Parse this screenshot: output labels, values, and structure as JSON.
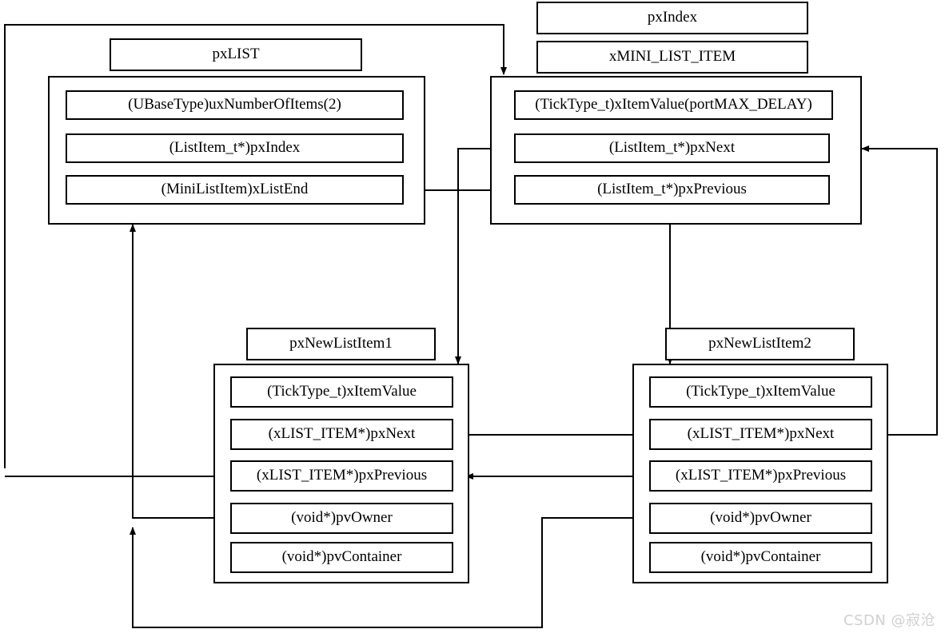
{
  "diagram": {
    "title": "FreeRTOS list structure diagram",
    "stroke_color": "#000000",
    "background_color": "#ffffff",
    "watermark": "CSDN @寂沧",
    "nodes": {
      "pxlist": {
        "label": "pxLIST",
        "fields": [
          "(UBaseType)uxNumberOfItems(2)",
          "(ListItem_t*)pxIndex",
          "(MiniListItem)xListEnd"
        ]
      },
      "mini": {
        "label_top": "pxIndex",
        "label_bottom": "xMINI_LIST_ITEM",
        "fields": [
          "(TickType_t)xItemValue(portMAX_DELAY)",
          "(ListItem_t*)pxNext",
          "(ListItem_t*)pxPrevious"
        ]
      },
      "item1": {
        "label": "pxNewListItem1",
        "fields": [
          "(TickType_t)xItemValue",
          "(xLIST_ITEM*)pxNext",
          "(xLIST_ITEM*)pxPrevious",
          "(void*)pvOwner",
          "(void*)pvContainer"
        ]
      },
      "item2": {
        "label": "pxNewListItem2",
        "fields": [
          "(TickType_t)xItemValue",
          "(xLIST_ITEM*)pxNext",
          "(xLIST_ITEM*)pxPrevious",
          "(void*)pvOwner",
          "(void*)pvContainer"
        ]
      }
    }
  }
}
